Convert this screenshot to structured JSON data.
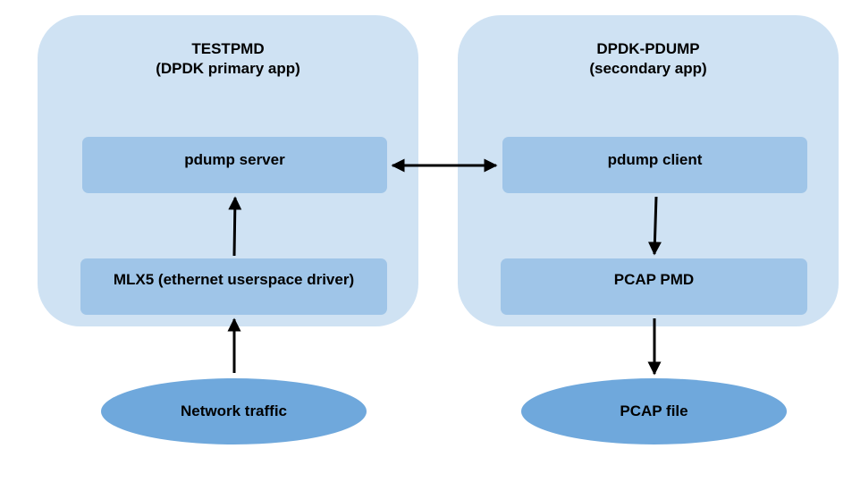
{
  "colors": {
    "group_fill": "#cfe2f3",
    "box_fill": "#9fc5e8",
    "ellipse_fill": "#6fa8dc",
    "arrow": "#000000"
  },
  "left_group": {
    "title_line1": "TESTPMD",
    "title_line2": "(DPDK primary app)",
    "server_label": "pdump server",
    "driver_label": "MLX5 (ethernet userspace driver)"
  },
  "right_group": {
    "title_line1": "DPDK-PDUMP",
    "title_line2": "(secondary app)",
    "client_label": "pdump client",
    "pmd_label": "PCAP PMD"
  },
  "endpoints": {
    "network_traffic": "Network traffic",
    "pcap_file": "PCAP file"
  },
  "connections": [
    {
      "from": "network-traffic",
      "to": "mlx5-driver",
      "direction": "one-way"
    },
    {
      "from": "mlx5-driver",
      "to": "pdump-server",
      "direction": "one-way"
    },
    {
      "from": "pdump-server",
      "to": "pdump-client",
      "direction": "bidirectional"
    },
    {
      "from": "pdump-client",
      "to": "pcap-pmd",
      "direction": "one-way"
    },
    {
      "from": "pcap-pmd",
      "to": "pcap-file",
      "direction": "one-way"
    }
  ]
}
